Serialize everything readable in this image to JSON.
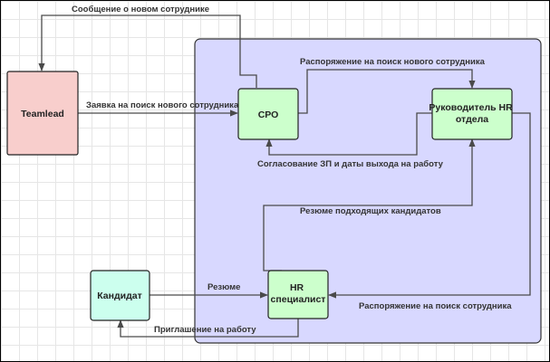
{
  "nodes": {
    "teamlead": {
      "label": [
        "Teamlead"
      ],
      "fill": "#f8cecc"
    },
    "cpo": {
      "label": [
        "СРО"
      ],
      "fill": "#ccffcc"
    },
    "hr_head": {
      "label": [
        "Руководитель HR",
        "отдела"
      ],
      "fill": "#ccffcc"
    },
    "hr_spec": {
      "label": [
        "HR",
        "специалист"
      ],
      "fill": "#ccffcc"
    },
    "candidate": {
      "label": [
        "Кандидат"
      ],
      "fill": "#ccffee"
    }
  },
  "container_fill": "#d8d8ff",
  "edges": {
    "new_employee_msg": "Сообщение о новом сотруднике",
    "search_request": "Заявка на поиск нового сотрудника",
    "search_order_new": "Распоряжение на поиск нового сотрудника",
    "salary_agreement": "Согласование ЗП и даты выхода на работу",
    "resumes_suitable": "Резюме подходящих кандидатов",
    "resume": "Резюме",
    "search_order": "Распоряжение на поиск сотрудника",
    "invitation": "Приглашение на работу"
  }
}
